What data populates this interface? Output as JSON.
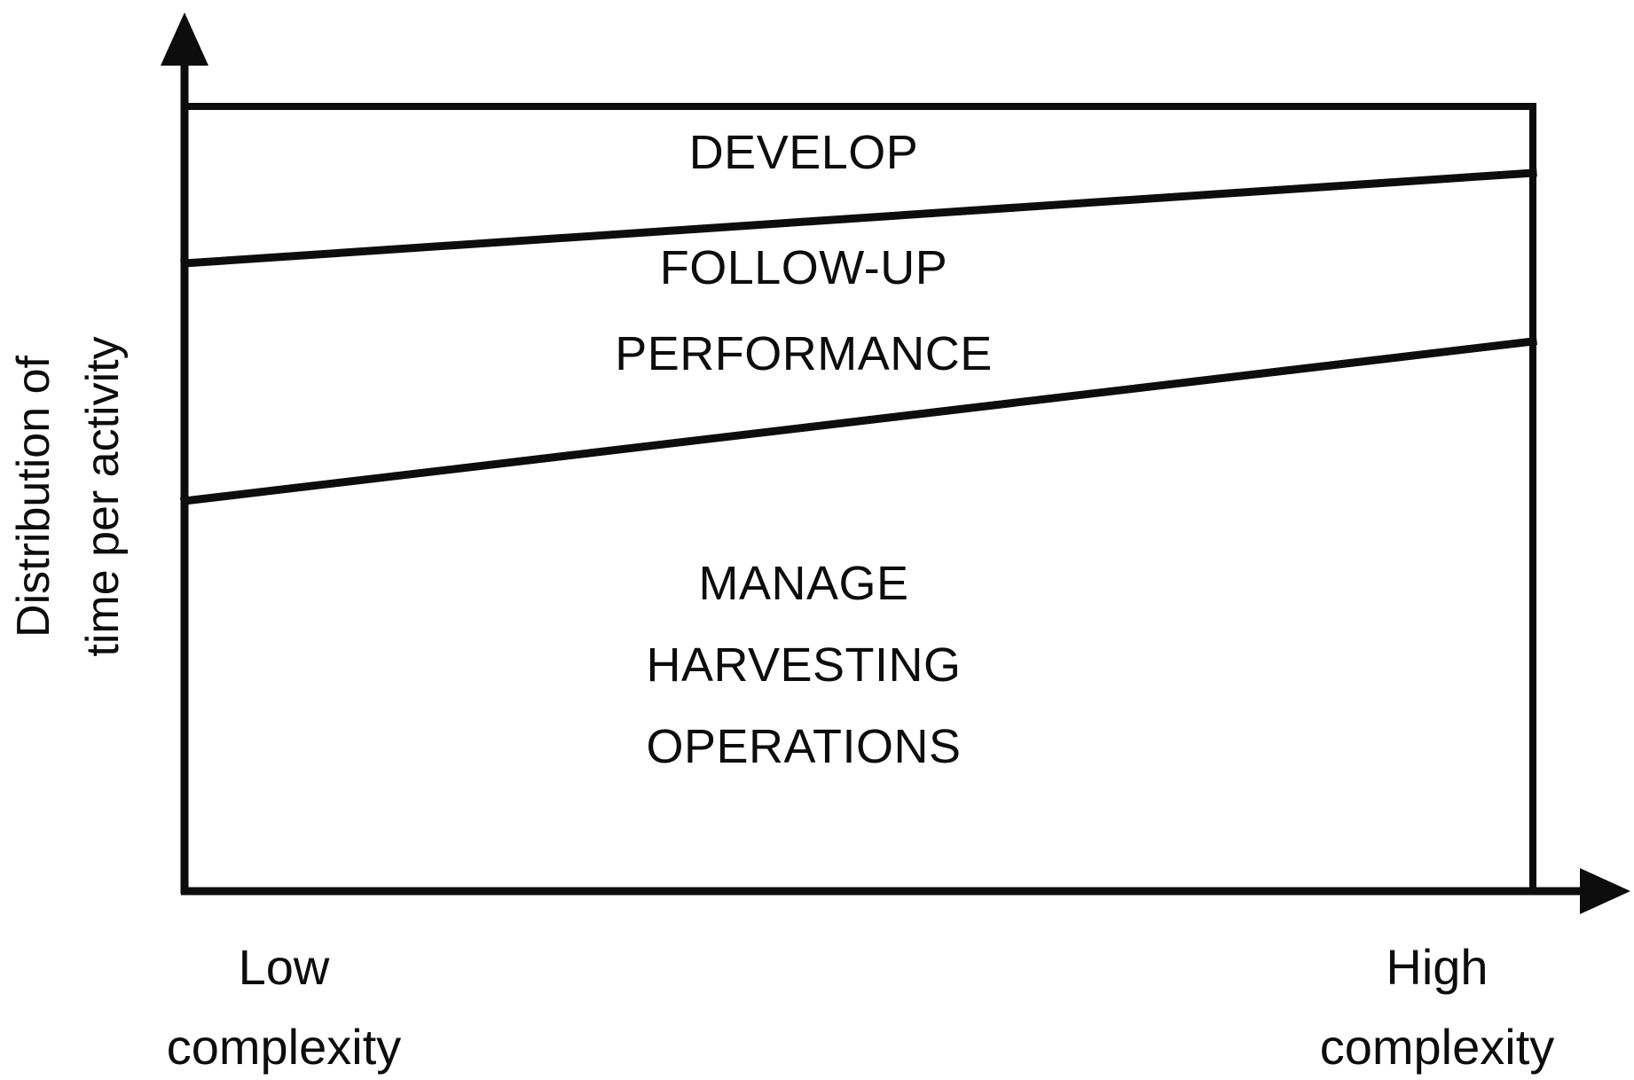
{
  "chart_data": {
    "type": "area",
    "title": "",
    "subtitle": "",
    "xlabel": "",
    "ylabel": "Distribution of time per activity",
    "xlim": [
      0,
      1
    ],
    "ylim": [
      0,
      1
    ],
    "grid": false,
    "legend_position": "inside-bands",
    "x_tick_labels": [
      "Low complexity",
      "High complexity"
    ],
    "x": [
      0,
      1
    ],
    "annotations": [
      "DEVELOP",
      "FOLLOW-UP PERFORMANCE",
      "MANAGE HARVESTING OPERATIONS"
    ],
    "series": [
      {
        "name": "MANAGE HARVESTING OPERATIONS",
        "share_at_low_complexity": 0.497,
        "share_at_high_complexity": 0.7,
        "values": [
          0.497,
          0.7
        ]
      },
      {
        "name": "FOLLOW-UP PERFORMANCE",
        "share_at_low_complexity": 0.302,
        "share_at_high_complexity": 0.214,
        "values": [
          0.302,
          0.214
        ]
      },
      {
        "name": "DEVELOP",
        "share_at_low_complexity": 0.201,
        "share_at_high_complexity": 0.086,
        "values": [
          0.201,
          0.086
        ]
      }
    ],
    "boundaries": [
      {
        "name": "develop-followup-boundary",
        "y_at_low_complexity": 0.799,
        "y_at_high_complexity": 0.914
      },
      {
        "name": "followup-manage-boundary",
        "y_at_low_complexity": 0.497,
        "y_at_high_complexity": 0.7
      }
    ]
  },
  "axes": {
    "y_axis": {
      "title_line1": "Distribution of",
      "title_line2": "time per activity",
      "arrow": "up-arrow-icon"
    },
    "x_axis": {
      "left_tick_line1": "Low",
      "left_tick_line2": "complexity",
      "right_tick_line1": "High",
      "right_tick_line2": "complexity",
      "arrow": "right-arrow-icon"
    }
  },
  "bands": {
    "top": {
      "label": "DEVELOP"
    },
    "middle": {
      "label_line1": "FOLLOW-UP",
      "label_line2": "PERFORMANCE"
    },
    "bottom": {
      "label_line1": "MANAGE",
      "label_line2": "HARVESTING",
      "label_line3": "OPERATIONS"
    }
  },
  "colors": {
    "stroke": "#0d0d0d",
    "background": "#ffffff",
    "text": "#0d0d0d"
  }
}
